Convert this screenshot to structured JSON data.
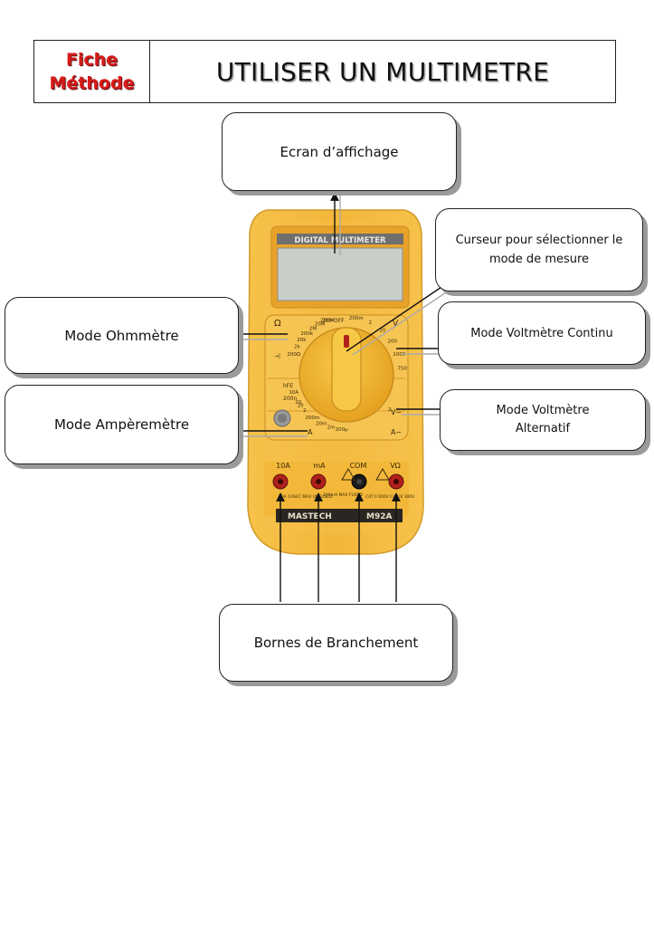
{
  "header": {
    "label_line1": "Fiche",
    "label_line2": "Méthode",
    "title": "UTILISER UN MULTIMETRE"
  },
  "boxes": {
    "screen": "Ecran d’affichage",
    "cursor": "Curseur pour sélectionner le mode de mesure",
    "ohm": "Mode Ohmmètre",
    "volt_dc": "Mode Voltmètre Continu",
    "amp": "Mode Ampèremètre",
    "volt_ac_line1": "Mode Voltmètre",
    "volt_ac_line2": "Alternatif",
    "terminals": "Bornes de Branchement"
  },
  "device": {
    "display_label": "DIGITAL MULTIMETER",
    "brand": "MASTECH",
    "model": "M92A",
    "off_label": "OFF",
    "jacks": [
      "10A",
      "mA",
      "COM",
      "VΩ"
    ],
    "jack_warnings": [
      "10A 10SEC MAX UNFUSED",
      "200mA MAX FUSED",
      "CAT II 600V CAT III 300V"
    ],
    "ohm_symbol": "Ω",
    "v_dc_symbol": "V",
    "v_ac_symbol": "V~",
    "a_dc_symbol": "A",
    "a_ac_symbol": "A~",
    "ohm_ranges": [
      "200Ω",
      "2k",
      "20k",
      "200k",
      "2M",
      "20M",
      "200M"
    ],
    "vdc_ranges": [
      "200m",
      "2",
      "20",
      "200",
      "1000"
    ],
    "vac_ranges": [
      "750",
      "200",
      "20",
      "2"
    ],
    "amp_ranges": [
      "200µ",
      "2m",
      "20m",
      "200m",
      "2",
      "20",
      "10A"
    ],
    "hfe_label": "hFE",
    "diode_label": "→|",
    "cap_label": "200n"
  },
  "colors": {
    "body": "#f2b83a",
    "body_dark": "#c98d1e",
    "bezel": "#f7c95c",
    "dial": "#f3b12e",
    "lcd": "#c9cec8",
    "brand_strip": "#2a2622",
    "jack_red": "#b0201a",
    "jack_black": "#1a1a1a",
    "accent_red": "#d81b1b"
  }
}
